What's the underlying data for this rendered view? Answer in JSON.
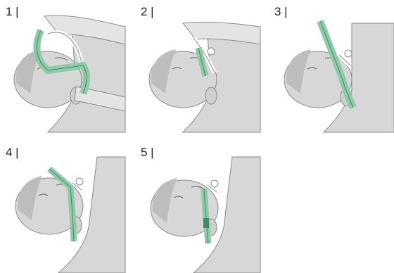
{
  "steps": [
    {
      "label": "1 |"
    },
    {
      "label": "2 |"
    },
    {
      "label": "3 |"
    },
    {
      "label": "4 |"
    },
    {
      "label": "5 |"
    }
  ],
  "colors": {
    "skin": "#d7d7d7",
    "skin_shade": "#bdbdbd",
    "outline": "#8a8a8a",
    "tape": "#8fc9a8",
    "tape_edge": "#3f8a63",
    "tube": "#ffffff"
  }
}
